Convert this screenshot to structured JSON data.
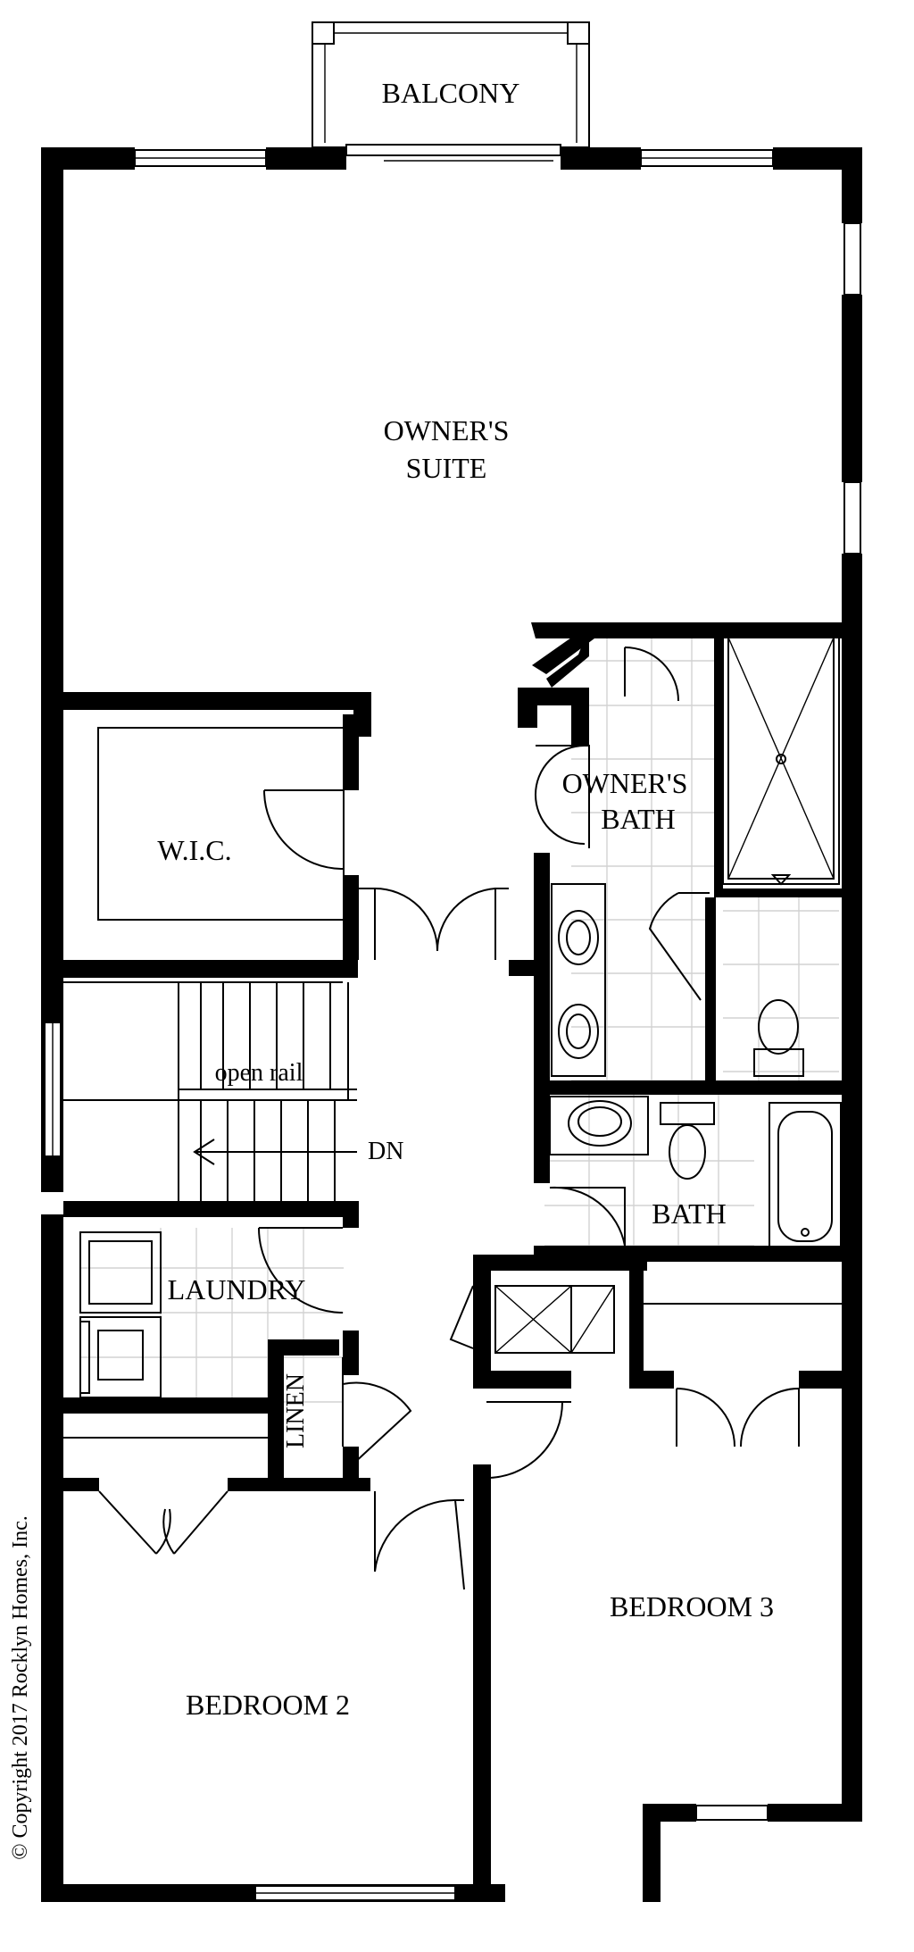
{
  "rooms": {
    "balcony": "BALCONY",
    "owners_suite_line1": "OWNER'S",
    "owners_suite_line2": "SUITE",
    "wic": "W.I.C.",
    "owners_bath_line1": "OWNER'S",
    "owners_bath_line2": "BATH",
    "bath": "BATH",
    "laundry": "LAUNDRY",
    "linen": "LINEN",
    "bedroom2": "BEDROOM 2",
    "bedroom3": "BEDROOM 3"
  },
  "stairs": {
    "rail_note": "open rail",
    "direction": "DN"
  },
  "copyright": "© Copyright 2017 Rocklyn Homes, Inc."
}
